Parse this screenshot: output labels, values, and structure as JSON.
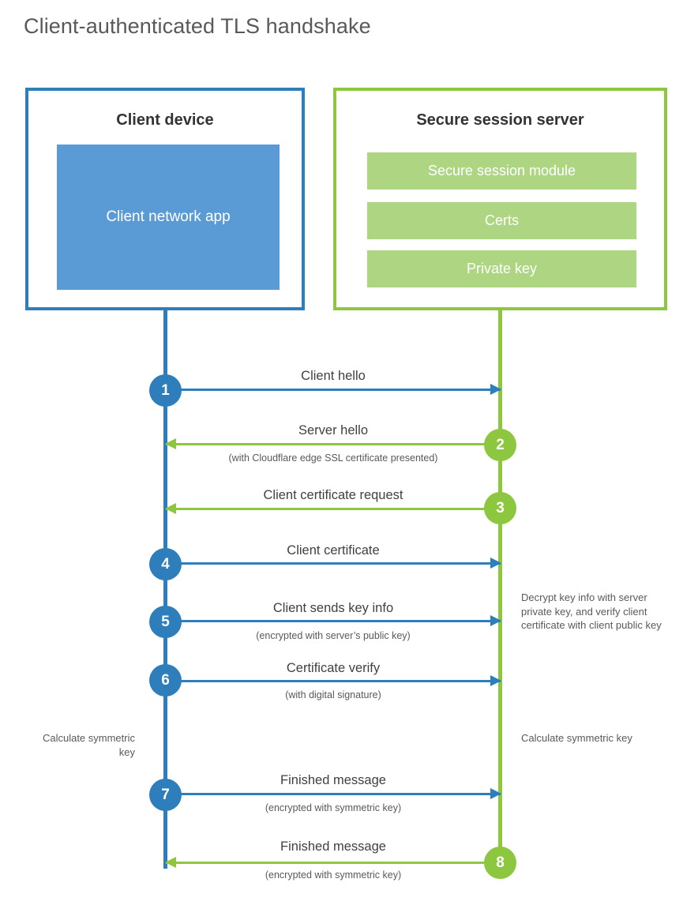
{
  "diagram": {
    "title": "Client-authenticated TLS handshake",
    "colors": {
      "client_blue": "#2e7ebb",
      "client_app_fill": "#5b9bd5",
      "server_green": "#8dc63f",
      "server_bar_fill": "#aed581",
      "text": "#404041"
    },
    "parties": {
      "client": {
        "title": "Client device",
        "component": "Client network app"
      },
      "server": {
        "title": "Secure session server",
        "components": [
          "Secure session module",
          "Certs",
          "Private key"
        ]
      }
    },
    "steps": [
      {
        "number": "1",
        "side": "client",
        "direction": "to-server",
        "label": "Client hello",
        "sublabel": ""
      },
      {
        "number": "2",
        "side": "server",
        "direction": "to-client",
        "label": "Server hello",
        "sublabel": "(with Cloudflare edge SSL certificate presented)"
      },
      {
        "number": "3",
        "side": "server",
        "direction": "to-client",
        "label": "Client certificate request",
        "sublabel": ""
      },
      {
        "number": "4",
        "side": "client",
        "direction": "to-server",
        "label": "Client certificate",
        "sublabel": ""
      },
      {
        "number": "5",
        "side": "client",
        "direction": "to-server",
        "label": "Client sends key info",
        "sublabel": "(encrypted with server’s public key)"
      },
      {
        "number": "6",
        "side": "client",
        "direction": "to-server",
        "label": "Certificate verify",
        "sublabel": "(with digital signature)"
      },
      {
        "number": "7",
        "side": "client",
        "direction": "to-server",
        "label": "Finished message",
        "sublabel": "(encrypted with symmetric key)"
      },
      {
        "number": "8",
        "side": "server",
        "direction": "to-client",
        "label": "Finished message",
        "sublabel": "(encrypted with symmetric key)"
      }
    ],
    "annotations": {
      "server_decrypt": "Decrypt key info with server private key, and verify client certificate with client public key",
      "client_calculate": "Calculate symmetric key",
      "server_calculate": "Calculate symmetric key"
    }
  }
}
